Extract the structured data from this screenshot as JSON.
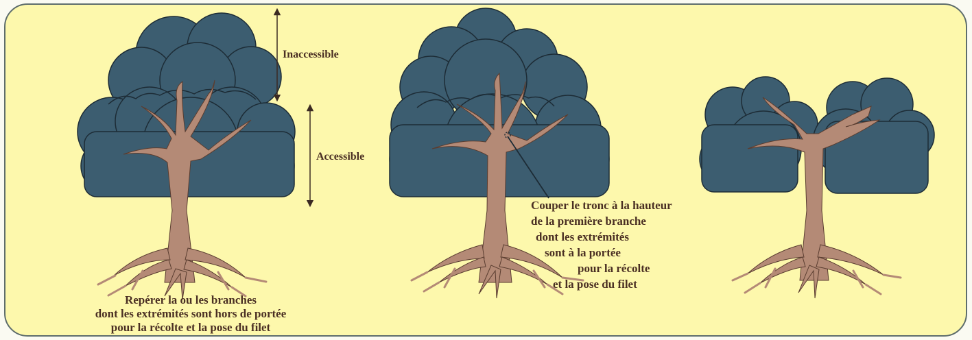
{
  "labels": {
    "inaccessible": "Inaccessible",
    "accessible": "Accessible"
  },
  "caption_left": [
    "Repérer la ou les branches",
    "dont les extrémités sont hors de portée",
    "pour la récolte et la pose du filet"
  ],
  "caption_middle": [
    "Couper le tronc à la hauteur",
    "de la première branche",
    "dont les extrémités",
    "sont à la portée",
    "pour la récolte",
    "et la pose du filet"
  ],
  "colors": {
    "background": "#fdf8ac",
    "crown": "#3c5d70",
    "trunk": "#b48a76",
    "text": "#4a2f23",
    "border": "#5e6d6c"
  }
}
